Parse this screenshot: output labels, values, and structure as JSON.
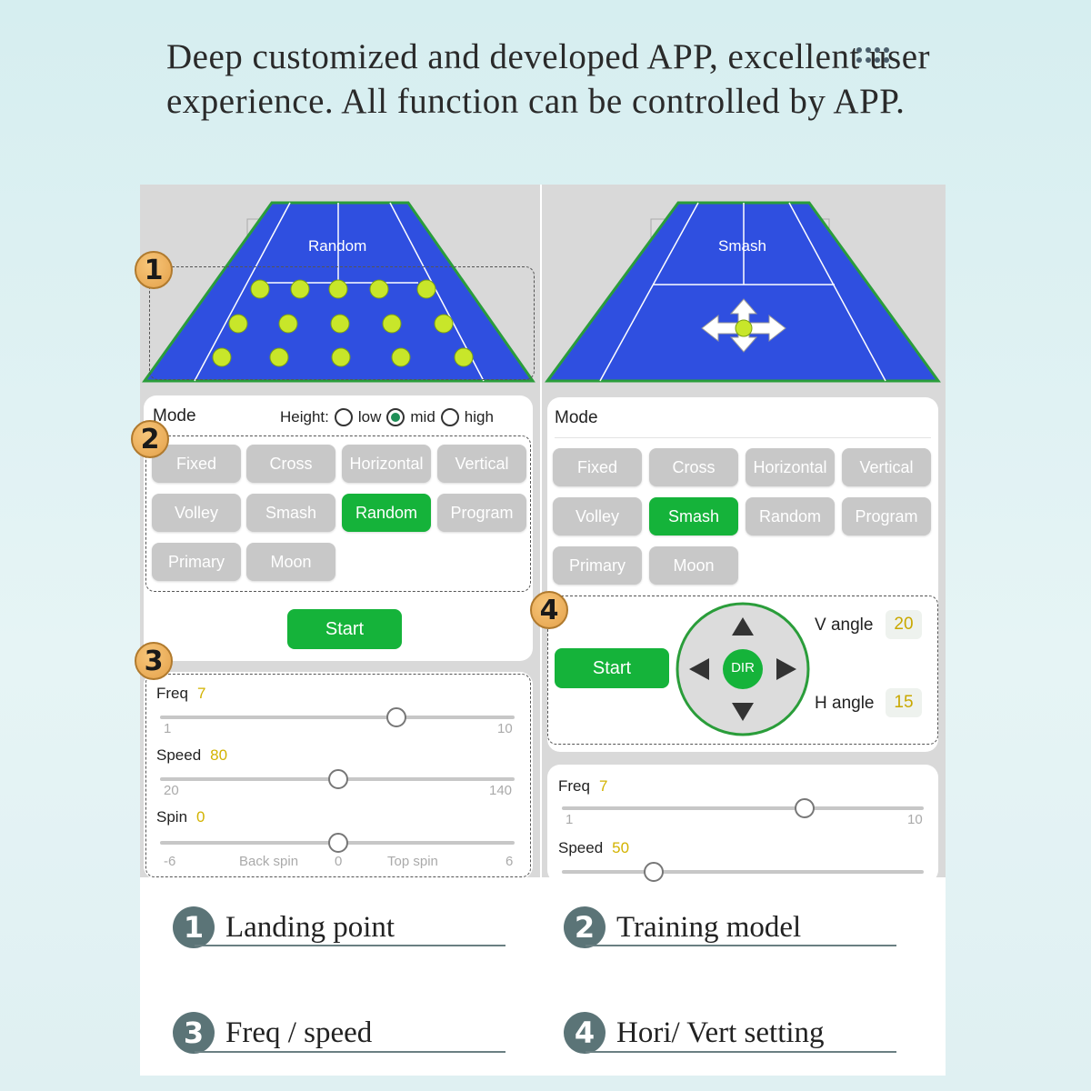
{
  "headline": "Deep customized and developed APP, excellent user experience. All function can be controlled by APP.",
  "colors": {
    "court_blue": "#2f4fe0",
    "court_green": "#2a9d3a",
    "active_green": "#15b33a",
    "inactive_gray": "#c8c8c8",
    "value_yellow": "#d3b300",
    "badge_orange": "#e4a14a"
  },
  "badges": [
    "1",
    "2",
    "3",
    "4"
  ],
  "left_screen": {
    "court_label": "Random",
    "mode_label": "Mode",
    "height": {
      "label": "Height:",
      "options": [
        "low",
        "mid",
        "high"
      ],
      "selected": "mid"
    },
    "buttons": [
      "Fixed",
      "Cross",
      "Horizontal",
      "Vertical",
      "Volley",
      "Smash",
      "Random",
      "Program",
      "Primary",
      "Moon"
    ],
    "active_button": "Random",
    "start_label": "Start",
    "freq": {
      "label": "Freq",
      "value": "7",
      "min": "1",
      "max": "10"
    },
    "speed": {
      "label": "Speed",
      "value": "80",
      "min": "20",
      "max": "140"
    },
    "spin": {
      "label": "Spin",
      "value": "0",
      "min": "-6",
      "back": "Back spin",
      "zero": "0",
      "top": "Top spin",
      "max": "6"
    }
  },
  "right_screen": {
    "court_label": "Smash",
    "mode_label": "Mode",
    "buttons": [
      "Fixed",
      "Cross",
      "Horizontal",
      "Vertical",
      "Volley",
      "Smash",
      "Random",
      "Program",
      "Primary",
      "Moon"
    ],
    "active_button": "Smash",
    "start_label": "Start",
    "dir_label": "DIR",
    "v_angle": {
      "label": "V angle",
      "value": "20"
    },
    "h_angle": {
      "label": "H angle",
      "value": "15"
    },
    "freq": {
      "label": "Freq",
      "value": "7",
      "min": "1",
      "max": "10"
    },
    "speed": {
      "label": "Speed",
      "value": "50"
    }
  },
  "legend": [
    {
      "num": "1",
      "text": "Landing point"
    },
    {
      "num": "2",
      "text": "Training model"
    },
    {
      "num": "3",
      "text": "Freq / speed"
    },
    {
      "num": "4",
      "text": "Hori/ Vert setting"
    }
  ]
}
